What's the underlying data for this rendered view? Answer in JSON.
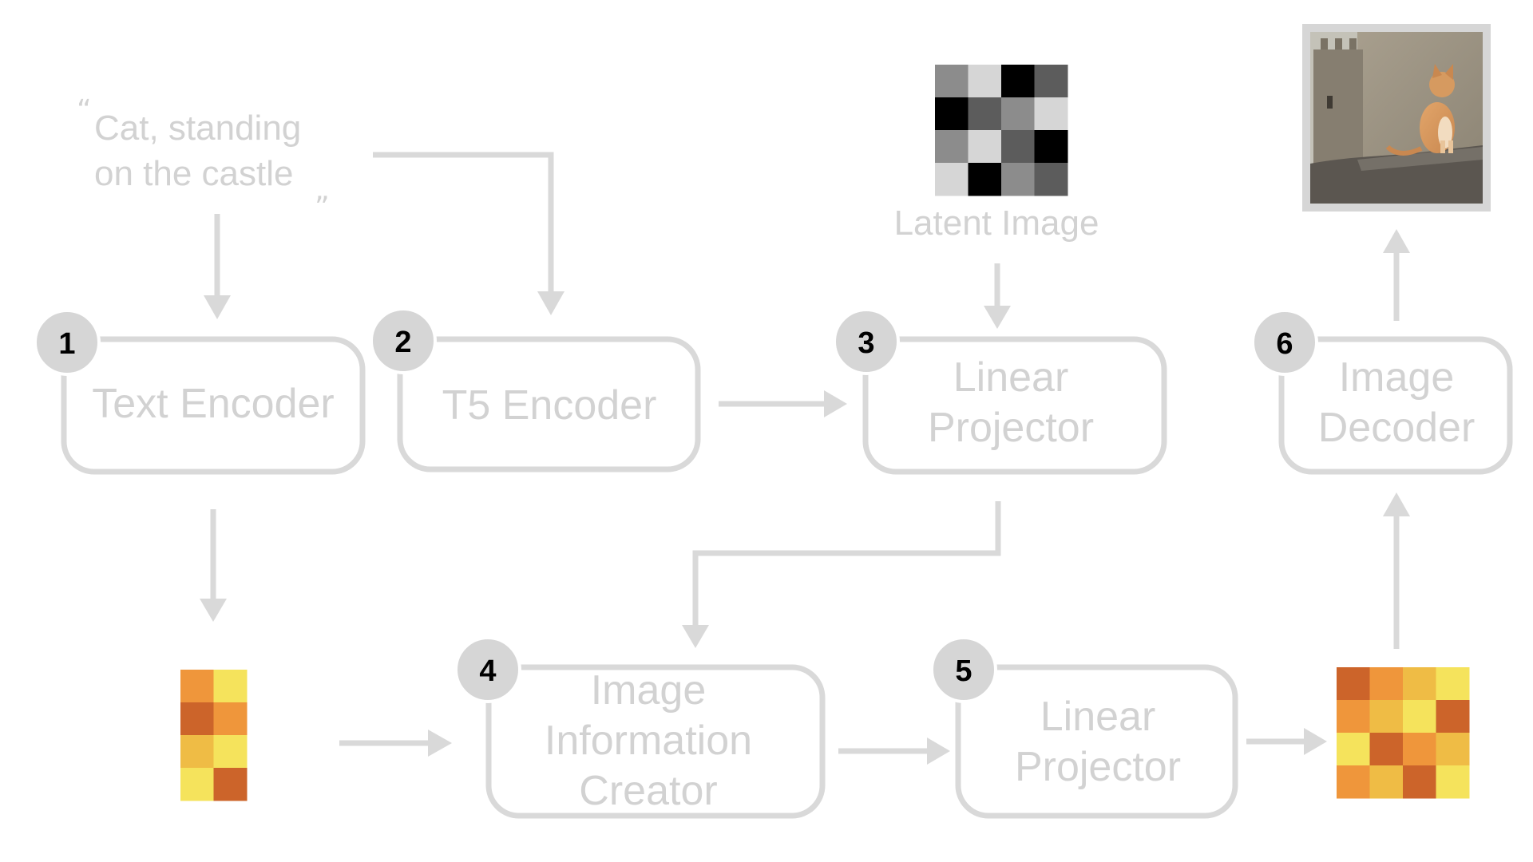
{
  "prompt": {
    "line1": "Cat, standing",
    "line2": "on the castle",
    "open_quote": "“",
    "close_quote": "„"
  },
  "latent_label": "Latent Image",
  "steps": [
    {
      "number": "1",
      "lines": [
        "Text Encoder"
      ]
    },
    {
      "number": "2",
      "lines": [
        "T5 Encoder"
      ]
    },
    {
      "number": "3",
      "lines": [
        "Linear",
        "Projector"
      ]
    },
    {
      "number": "4",
      "lines": [
        "Image",
        "Information",
        "Creator"
      ]
    },
    {
      "number": "5",
      "lines": [
        "Linear",
        "Projector"
      ]
    },
    {
      "number": "6",
      "lines": [
        "Image",
        "Decoder"
      ]
    }
  ],
  "colors": {
    "gray_text": "#d2d2d2",
    "box_stroke": "#d9d9d9",
    "badge_fill": "#d6d6d6",
    "orange_dark": "#cc642a",
    "orange": "#ef963b",
    "amber": "#efbc45",
    "yellow": "#f5e35c"
  },
  "latent_grid": [
    [
      "#8c8c8c",
      "#d6d6d6",
      "#000000",
      "#5c5c5c"
    ],
    [
      "#000000",
      "#5c5c5c",
      "#8c8c8c",
      "#d6d6d6"
    ],
    [
      "#8c8c8c",
      "#d6d6d6",
      "#5c5c5c",
      "#000000"
    ],
    [
      "#d6d6d6",
      "#000000",
      "#8c8c8c",
      "#5c5c5c"
    ]
  ],
  "text_embedding_grid": [
    [
      "#ef963b",
      "#f5e35c"
    ],
    [
      "#cc642a",
      "#ef963b"
    ],
    [
      "#efbc45",
      "#f5e35c"
    ],
    [
      "#f5e35c",
      "#cc642a"
    ]
  ],
  "output_latent_grid": [
    [
      "#cc642a",
      "#ef963b",
      "#efbc45",
      "#f5e35c"
    ],
    [
      "#ef963b",
      "#efbc45",
      "#f5e35c",
      "#cc642a"
    ],
    [
      "#f5e35c",
      "#cc642a",
      "#ef963b",
      "#efbc45"
    ],
    [
      "#ef963b",
      "#efbc45",
      "#cc642a",
      "#f5e35c"
    ]
  ],
  "output_image": {
    "depicts": "cat sitting on castle wall"
  }
}
